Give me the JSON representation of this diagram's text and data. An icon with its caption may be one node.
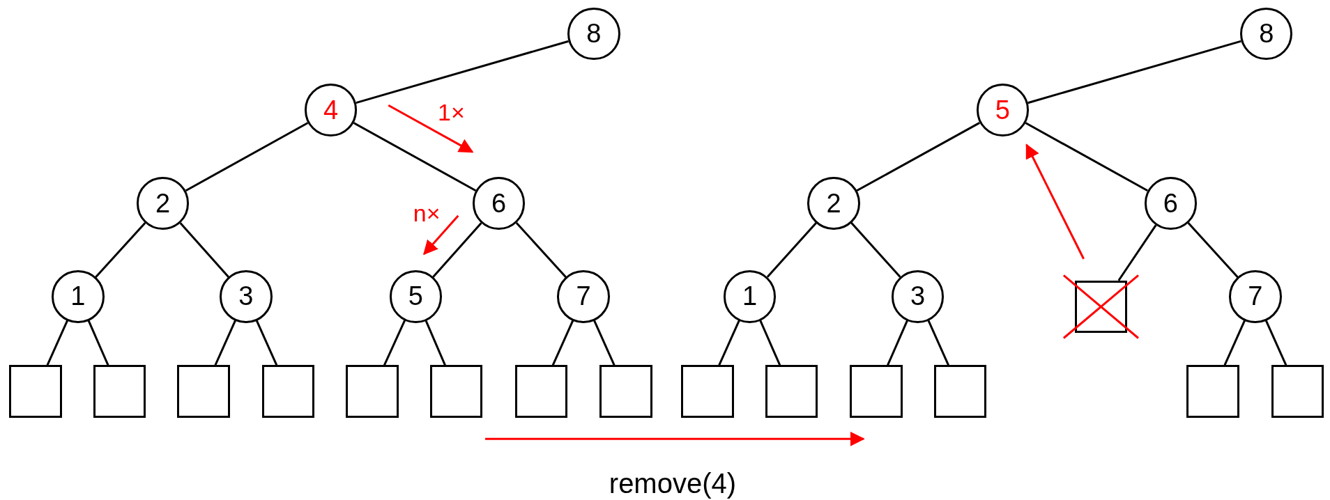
{
  "diagram": {
    "nodes": [
      {
        "text": [
          "8"
        ]
      },
      {
        "text": [
          "4"
        ]
      },
      {
        "text": [
          "2"
        ]
      },
      {
        "text": [
          "6"
        ]
      },
      {
        "text": [
          "1"
        ]
      },
      {
        "text": [
          "3"
        ]
      },
      {
        "text": [
          "5"
        ]
      },
      {
        "text": [
          "7"
        ]
      },
      {
        "text": [],
        "shape": "box"
      },
      {
        "text": [],
        "shape": "box"
      },
      {
        "text": [],
        "shape": "box"
      },
      {
        "text": [],
        "shape": "box"
      },
      {
        "text": [],
        "shape": "box"
      },
      {
        "text": [],
        "shape": "box"
      },
      {
        "text": [],
        "shape": "box"
      },
      {
        "text": [],
        "shape": "box"
      },
      {
        "text": [
          "8"
        ]
      },
      {
        "text": [
          "5"
        ]
      },
      {
        "text": [
          "2"
        ]
      },
      {
        "text": [
          "6"
        ]
      },
      {
        "text": [
          "1"
        ]
      },
      {
        "text": [
          "3"
        ]
      },
      {
        "text": [],
        "shape": "box"
      },
      {
        "text": [
          "7"
        ]
      },
      {
        "text": [],
        "shape": "box"
      },
      {
        "text": [],
        "shape": "box"
      },
      {
        "text": [],
        "shape": "box"
      },
      {
        "text": [],
        "shape": "box"
      },
      {
        "text": [],
        "shape": "box"
      },
      {
        "text": [],
        "shape": "box"
      }
    ],
    "edges": [
      {
        "from": 0,
        "to": 1,
        "arrow": "none"
      },
      {
        "from": 1,
        "to": 2,
        "arrow": "none"
      },
      {
        "from": 1,
        "to": 3,
        "arrow": "none"
      },
      {
        "from": 2,
        "to": 4,
        "arrow": "none"
      },
      {
        "from": 2,
        "to": 5,
        "arrow": "none"
      },
      {
        "from": 3,
        "to": 6,
        "arrow": "none"
      },
      {
        "from": 3,
        "to": 7,
        "arrow": "none"
      },
      {
        "from": 4,
        "to": 8,
        "arrow": "none"
      },
      {
        "from": 4,
        "to": 9,
        "arrow": "none"
      },
      {
        "from": 5,
        "to": 10,
        "arrow": "none"
      },
      {
        "from": 5,
        "to": 11,
        "arrow": "none"
      },
      {
        "from": 6,
        "to": 12,
        "arrow": "none"
      },
      {
        "from": 6,
        "to": 13,
        "arrow": "none"
      },
      {
        "from": 7,
        "to": 14,
        "arrow": "none"
      },
      {
        "from": 7,
        "to": 15,
        "arrow": "none"
      },
      {
        "from": 1,
        "to": 3,
        "arrow": "to",
        "label": "1×",
        "color": "#ff0000"
      },
      {
        "from": 3,
        "to": 6,
        "arrow": "to",
        "label": "n×",
        "color": "#ff0000"
      },
      {
        "from": 16,
        "to": 17,
        "arrow": "none"
      },
      {
        "from": 17,
        "to": 18,
        "arrow": "none"
      },
      {
        "from": 17,
        "to": 19,
        "arrow": "none"
      },
      {
        "from": 18,
        "to": 20,
        "arrow": "none"
      },
      {
        "from": 18,
        "to": 21,
        "arrow": "none"
      },
      {
        "from": 19,
        "to": 22,
        "arrow": "none"
      },
      {
        "from": 19,
        "to": 23,
        "arrow": "none"
      },
      {
        "from": 20,
        "to": 24,
        "arrow": "none"
      },
      {
        "from": 20,
        "to": 25,
        "arrow": "none"
      },
      {
        "from": 21,
        "to": 26,
        "arrow": "none"
      },
      {
        "from": 21,
        "to": 27,
        "arrow": "none"
      },
      {
        "from": 23,
        "to": 28,
        "arrow": "none"
      },
      {
        "from": 23,
        "to": 29,
        "arrow": "none"
      },
      {
        "from": 22,
        "to": 17,
        "arrow": "to",
        "color": "#ff0000"
      }
    ],
    "labels": [
      "remove(4)"
    ]
  }
}
